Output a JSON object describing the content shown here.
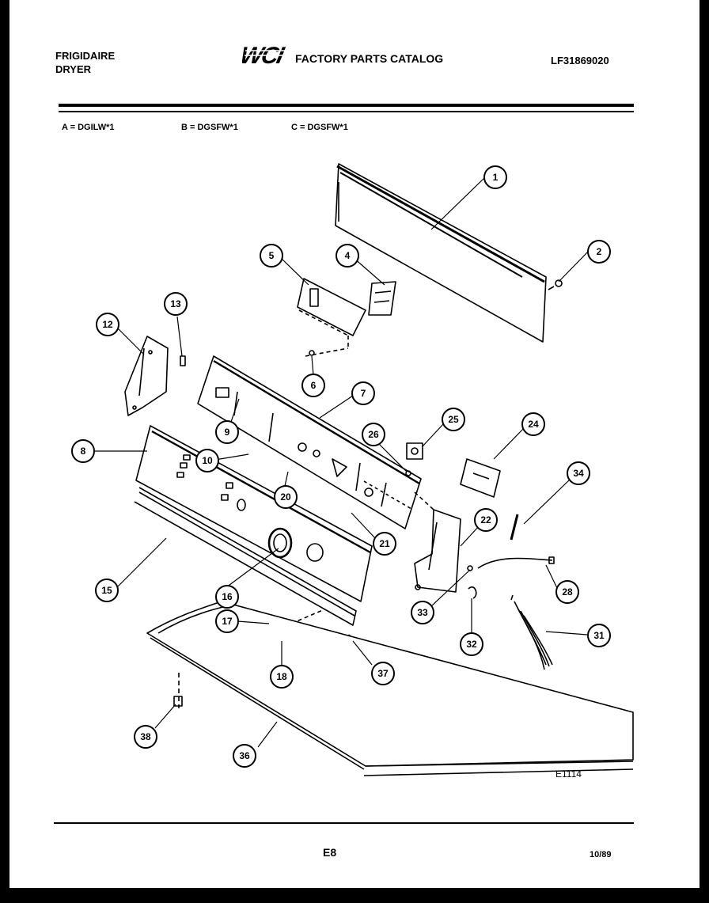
{
  "header": {
    "brand_line1": "FRIGIDAIRE",
    "brand_line2": "DRYER",
    "logo_text": "WCI",
    "catalog_title": "FACTORY PARTS CATALOG",
    "catalog_number": "LF31869020"
  },
  "models": {
    "a": "A = DGILW*1",
    "b": "B = DGSFW*1",
    "c": "C = DGSFW*1"
  },
  "callouts": [
    {
      "id": "1",
      "label": "1"
    },
    {
      "id": "2",
      "label": "2"
    },
    {
      "id": "4",
      "label": "4"
    },
    {
      "id": "5",
      "label": "5"
    },
    {
      "id": "6",
      "label": "6"
    },
    {
      "id": "7",
      "label": "7"
    },
    {
      "id": "8",
      "label": "8"
    },
    {
      "id": "9",
      "label": "9"
    },
    {
      "id": "10",
      "label": "10"
    },
    {
      "id": "12",
      "label": "12"
    },
    {
      "id": "13",
      "label": "13"
    },
    {
      "id": "15",
      "label": "15"
    },
    {
      "id": "16",
      "label": "16"
    },
    {
      "id": "17",
      "label": "17"
    },
    {
      "id": "18",
      "label": "18"
    },
    {
      "id": "20",
      "label": "20"
    },
    {
      "id": "21",
      "label": "21"
    },
    {
      "id": "22",
      "label": "22"
    },
    {
      "id": "24",
      "label": "24"
    },
    {
      "id": "25",
      "label": "25"
    },
    {
      "id": "26",
      "label": "26"
    },
    {
      "id": "28",
      "label": "28"
    },
    {
      "id": "31",
      "label": "31"
    },
    {
      "id": "32",
      "label": "32"
    },
    {
      "id": "33",
      "label": "33"
    },
    {
      "id": "34",
      "label": "34"
    },
    {
      "id": "36",
      "label": "36"
    },
    {
      "id": "37",
      "label": "37"
    },
    {
      "id": "38",
      "label": "38"
    }
  ],
  "footer": {
    "diagram_code": "E1114",
    "page_number": "E8",
    "date": "10/89"
  }
}
